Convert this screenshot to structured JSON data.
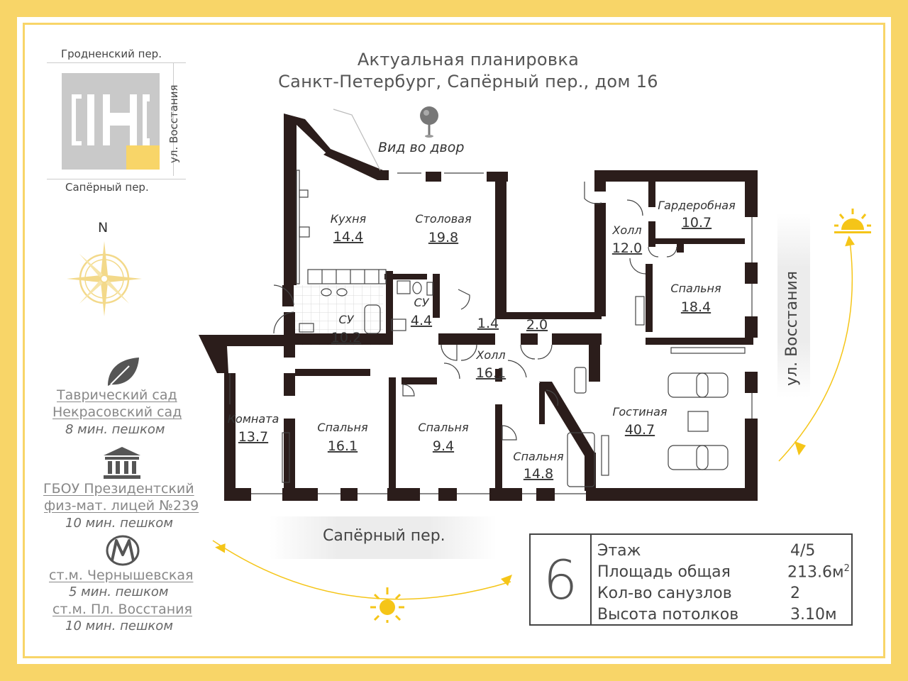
{
  "header": {
    "line1": "Актуальная планировка",
    "line2": "Санкт-Петербург, Сапёрный пер., дом 16"
  },
  "location_map": {
    "top_street": "Гродненский пер.",
    "side_street": "ул. Восстания",
    "bottom_street": "Сапёрный пер."
  },
  "compass": {
    "north_label": "N"
  },
  "plan": {
    "view_label": "Вид во двор",
    "street_bottom": "Сапёрный пер.",
    "street_right": "ул. Восстания",
    "rooms": [
      {
        "name": "Кухня",
        "area": "14.4"
      },
      {
        "name": "Столовая",
        "area": "19.8"
      },
      {
        "name": "СУ",
        "area": "10.2"
      },
      {
        "name": "СУ",
        "area": "4.4"
      },
      {
        "name": "",
        "area": "1.4"
      },
      {
        "name": "",
        "area": "2.0"
      },
      {
        "name": "Холл",
        "area": "16.1"
      },
      {
        "name": "Холл",
        "area": "12.0"
      },
      {
        "name": "Гардеробная",
        "area": "10.7"
      },
      {
        "name": "Спальня",
        "area": "18.4"
      },
      {
        "name": "Гостиная",
        "area": "40.7"
      },
      {
        "name": "Комната",
        "area": "13.7"
      },
      {
        "name": "Спальня",
        "area": "16.1"
      },
      {
        "name": "Спальня",
        "area": "9.4"
      },
      {
        "name": "Спальня",
        "area": "14.8"
      }
    ]
  },
  "poi": [
    {
      "icon": "leaf-icon",
      "lines": [
        "Таврический сад",
        "Некрасовский сад"
      ],
      "walk": "8 мин. пешком"
    },
    {
      "icon": "school-building-icon",
      "lines": [
        "ГБОУ Президентский",
        "физ-мат. лицей №239"
      ],
      "walk": "10 мин. пешком"
    },
    {
      "icon": "metro-icon",
      "lines": [
        "ст.м. Чернышевская"
      ],
      "walk": "5 мин. пешком",
      "lines2": [
        "ст.м. Пл. Восстания"
      ],
      "walk2": "10 мин. пешком"
    }
  ],
  "info": {
    "number": "6",
    "rows": [
      {
        "label": "Этаж",
        "value": "4/5"
      },
      {
        "label": "Площадь общая",
        "value": "213.6м",
        "sup": "2"
      },
      {
        "label": "Кол-во санузлов",
        "value": "2"
      },
      {
        "label": "Высота потолков",
        "value": "3.10м"
      }
    ]
  },
  "colors": {
    "frame": "#f8d568",
    "wall": "#2b1d1b",
    "sun": "#f5c518",
    "compass": "#f3d98a",
    "text_gray": "#888888"
  }
}
